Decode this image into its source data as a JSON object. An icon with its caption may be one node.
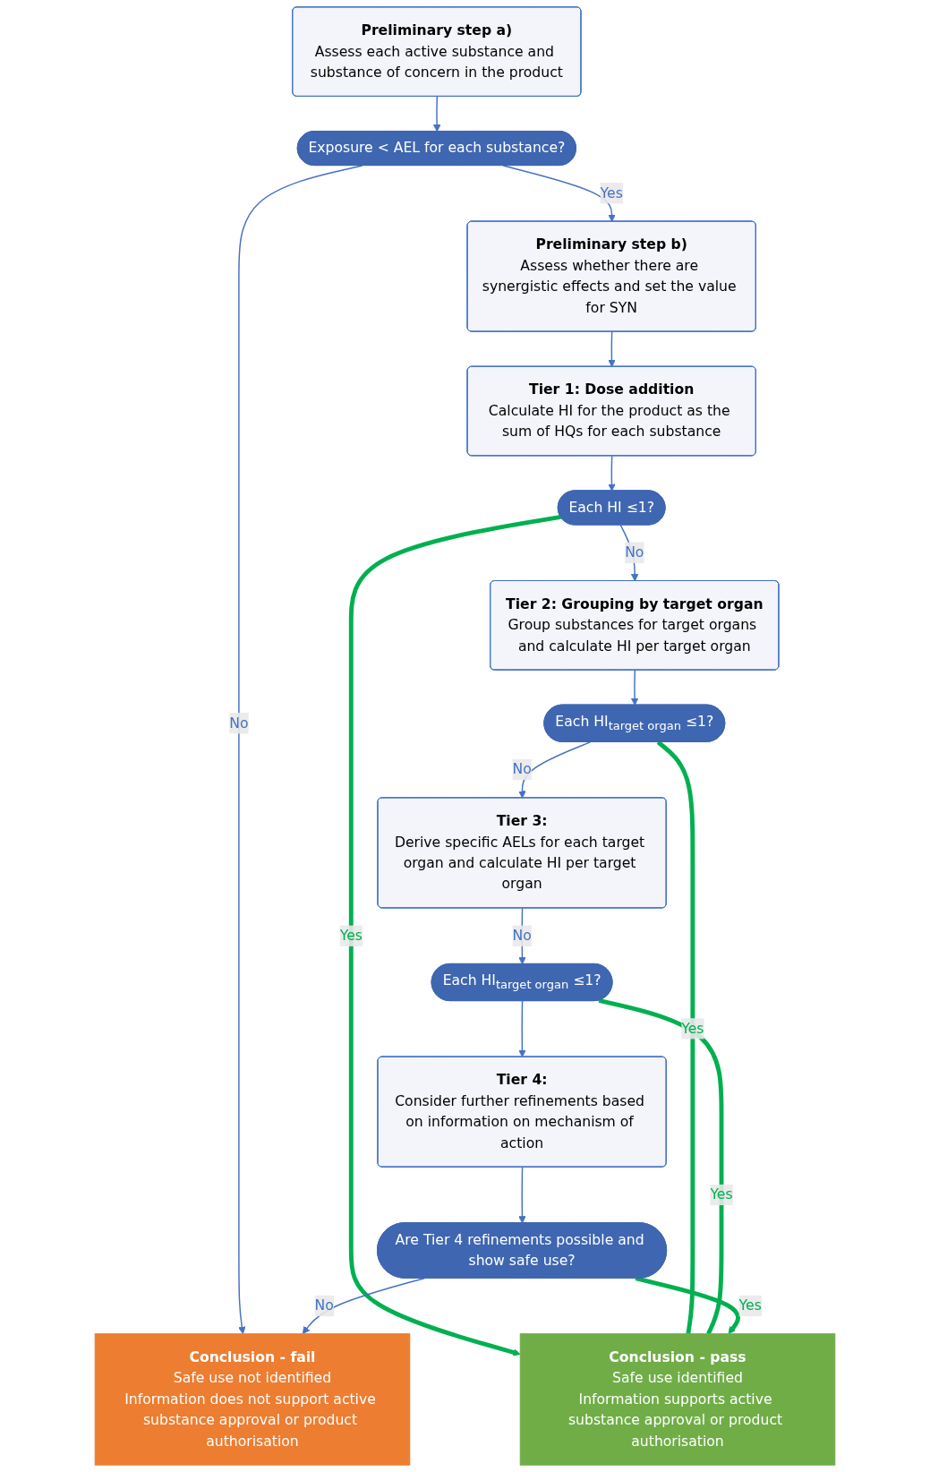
{
  "diagram": {
    "nodes": [
      {
        "text": [
          "Preliminary step a)",
          "Assess each active substance and substance of concern in the product"
        ]
      },
      {
        "text": [
          "Exposure < AEL for each substance?"
        ]
      },
      {
        "text": [
          "Preliminary step b)",
          "Assess whether there are synergistic effects and set the value for SYN"
        ]
      },
      {
        "text": [
          "Tier 1: Dose addition",
          "Calculate HI for the product as the sum of HQs for each substance"
        ]
      },
      {
        "text": [
          "Each HI ≤1?"
        ]
      },
      {
        "text": [
          "Tier 2: Grouping by target organ",
          "Group substances for target organs and calculate HI per target organ"
        ]
      },
      {
        "text": [
          "Each HI$_{target organ}$ ≤1?"
        ]
      },
      {
        "text": [
          "Tier 3:",
          "Derive specific AELs for each target organ and calculate HI per target organ"
        ]
      },
      {
        "text": [
          "Each HI$_{target organ}$ ≤1?"
        ]
      },
      {
        "text": [
          "Tier 4:",
          "Consider further refinements based on information on mechanism of action"
        ]
      },
      {
        "text": [
          "Are Tier 4 refinements possible and show safe use?"
        ]
      },
      {
        "text": [
          "Conclusion - pass",
          "Safe use identified",
          "Information supports active substance approval or product authorisation"
        ]
      },
      {
        "text": [
          "Conclusion - fail",
          "Safe use not identified",
          "Information does not support active substance approval or product authorisation"
        ]
      }
    ],
    "edges": [
      {
        "from": 0,
        "to": 1,
        "arrow": "to"
      },
      {
        "from": 1,
        "to": 12,
        "arrow": "to",
        "label": "No"
      },
      {
        "from": 1,
        "to": 2,
        "arrow": "to",
        "label": "Yes"
      },
      {
        "from": 2,
        "to": 3,
        "arrow": "to"
      },
      {
        "from": 3,
        "to": 4,
        "arrow": "to"
      },
      {
        "from": 4,
        "to": 11,
        "arrow": "to",
        "label": "Yes",
        "style": "thick",
        "color": "#00b050"
      },
      {
        "from": 4,
        "to": 5,
        "arrow": "to",
        "label": "No"
      },
      {
        "from": 5,
        "to": 6,
        "arrow": "to"
      },
      {
        "from": 6,
        "to": 11,
        "arrow": "none",
        "label": "Yes",
        "style": "thick",
        "color": "#00b050"
      },
      {
        "from": 6,
        "to": 7,
        "arrow": "to",
        "label": "No"
      },
      {
        "from": 7,
        "to": 8,
        "arrow": "to",
        "label": "No"
      },
      {
        "from": 8,
        "to": 11,
        "arrow": "none",
        "label": "Yes",
        "style": "thick",
        "color": "#00b050"
      },
      {
        "from": 8,
        "to": 9,
        "arrow": "to"
      },
      {
        "from": 9,
        "to": 10,
        "arrow": "to"
      },
      {
        "from": 10,
        "to": 11,
        "arrow": "to",
        "label": "Yes",
        "style": "thick",
        "color": "#00b050"
      },
      {
        "from": 10,
        "to": 12,
        "arrow": "to",
        "label": "No"
      }
    ]
  }
}
